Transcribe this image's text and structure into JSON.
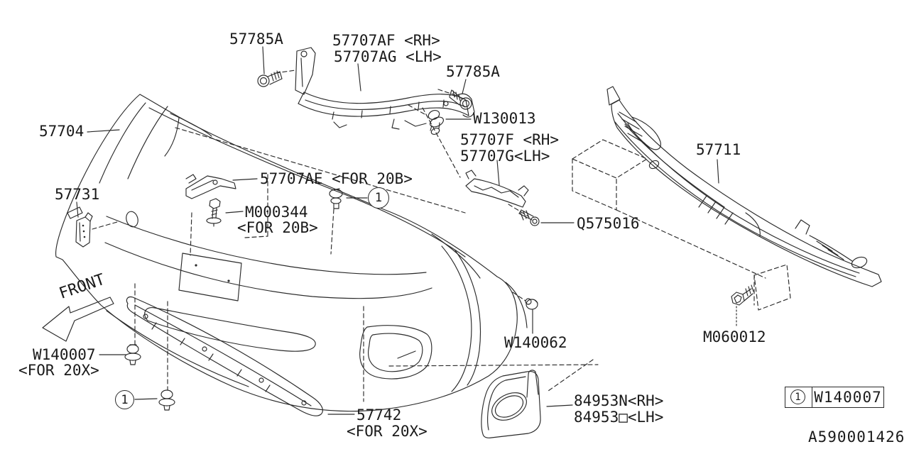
{
  "diagram_title": "Front bumper parts diagram",
  "colors": {
    "background": "#ffffff",
    "line": "#2a2a2a",
    "text": "#1a1a1a"
  },
  "labels": {
    "screw_top_left": "57785A",
    "upper_bracket_rh": "57707AF <RH>",
    "upper_bracket_lh": "57707AG <LH>",
    "screw_top_right": "57785A",
    "clip_w130013": "W130013",
    "side_bracket_rh": "57707F <RH>",
    "side_bracket_lh": "57707G<LH>",
    "bumper_cover": "57704",
    "cover_57731": "57731",
    "bracket_57707ae": "57707AE <FOR 20B>",
    "bolt_m000344": "M000344",
    "bolt_m000344_note": "<FOR 20B>",
    "screw_q575016": "Q575016",
    "beam_57711": "57711",
    "clip_w140062": "W140062",
    "bolt_m060012": "M060012",
    "clip_w140007": "W140007",
    "clip_w140007_note": "<FOR 20X>",
    "skirt_57742": "57742",
    "skirt_57742_note": "<FOR 20X>",
    "fog_cover_rh": "84953N<RH>",
    "fog_cover_lh": "84953□<LH>",
    "front_indicator": "FRONT"
  },
  "callouts": {
    "ref": "1"
  },
  "legend": {
    "ref": "1",
    "part": "W140007"
  },
  "drawing_number": "A590001426"
}
